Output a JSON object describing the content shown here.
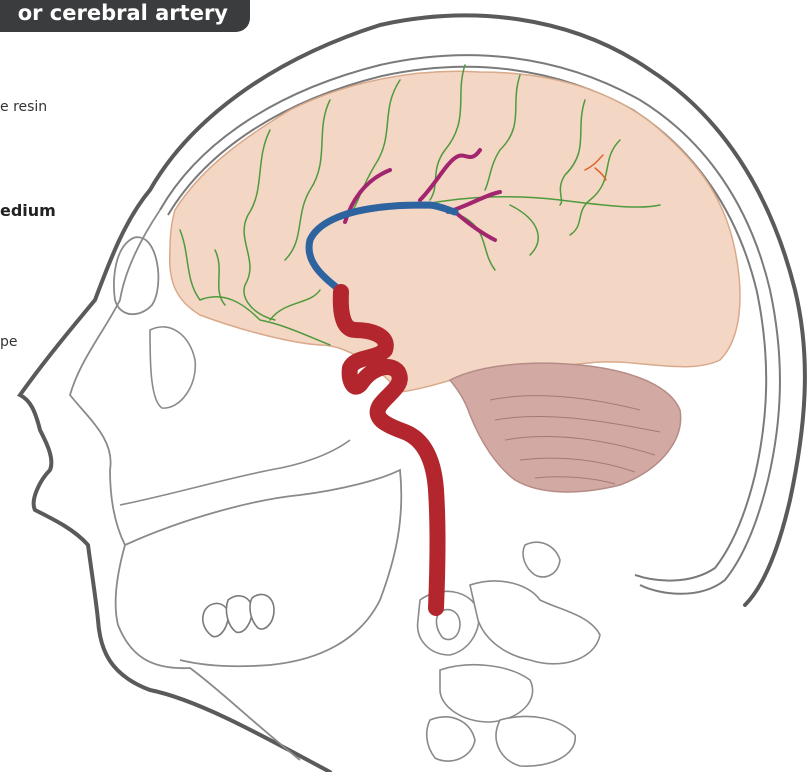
{
  "header": {
    "title": "or cerebral artery"
  },
  "text_fragments": {
    "resin": "e resin",
    "medium": "edium",
    "pe": "pe"
  },
  "colors": {
    "brain_fill": "#f4d6c4",
    "brain_edge": "#d9a98a",
    "cerebellum_fill": "#d3a9a3",
    "skull_stroke": "#5a5a5a",
    "artery_red": "#b3262d",
    "artery_blue": "#2d64a0",
    "branch_purple": "#a1256f",
    "vessel_green": "#4e9a3c",
    "vessel_orange": "#e0632a",
    "title_bg": "#3b3c3e"
  }
}
